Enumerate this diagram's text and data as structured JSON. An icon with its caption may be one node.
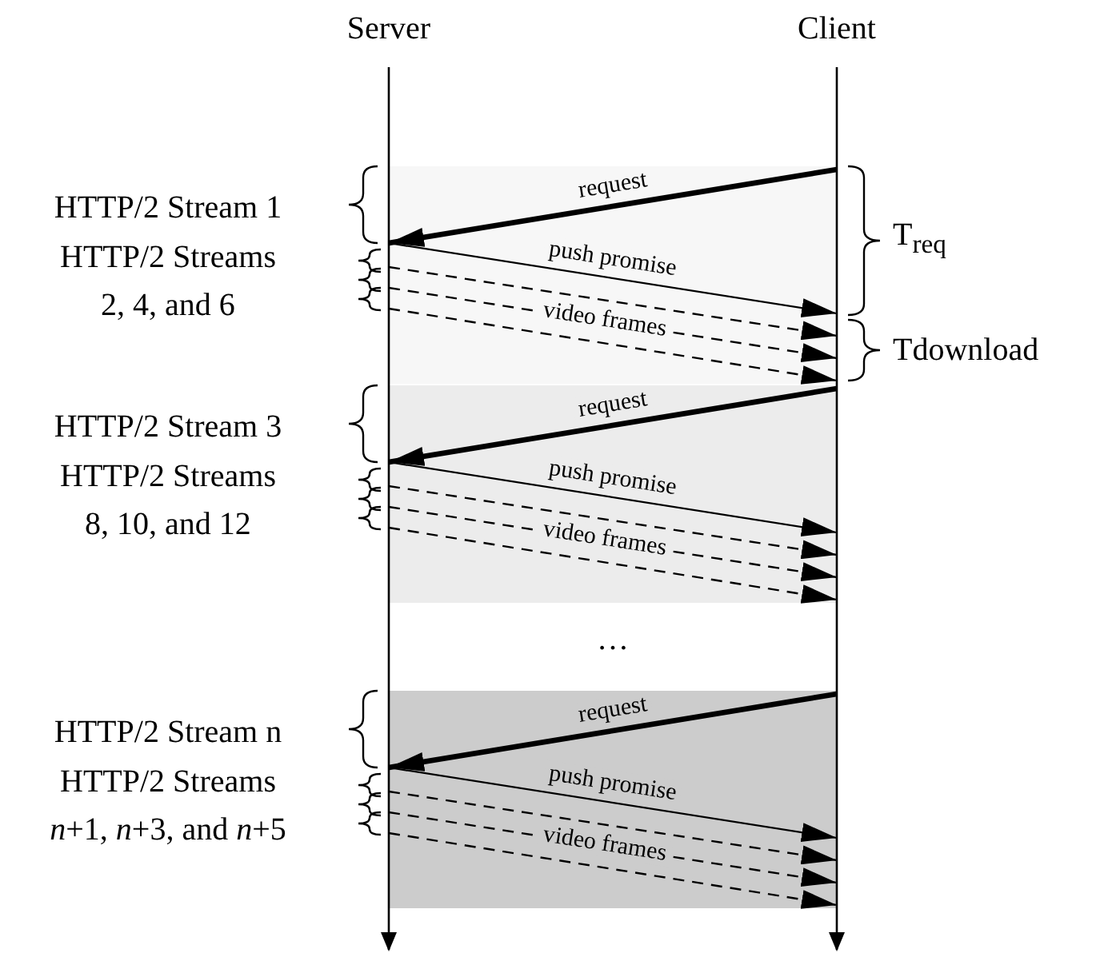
{
  "diagram": {
    "nodes": [
      {
        "text": [
          "Server"
        ]
      },
      {
        "text": [
          "Client"
        ]
      }
    ],
    "edges": [
      {
        "from": 1,
        "to": 0,
        "arrow": "to",
        "label": "request",
        "style": "thick"
      },
      {
        "from": 0,
        "to": 1,
        "arrow": "to",
        "label": "push promise"
      },
      {
        "from": 0,
        "to": 1,
        "arrow": "to",
        "style": "dashed",
        "label": "video frames"
      },
      {
        "from": 0,
        "to": 1,
        "arrow": "to",
        "style": "dashed"
      },
      {
        "from": 0,
        "to": 1,
        "arrow": "to",
        "style": "dashed"
      },
      {
        "from": 1,
        "to": 0,
        "arrow": "to",
        "label": "request",
        "style": "thick"
      },
      {
        "from": 0,
        "to": 1,
        "arrow": "to",
        "label": "push promise"
      },
      {
        "from": 0,
        "to": 1,
        "arrow": "to",
        "style": "dashed",
        "label": "video frames"
      },
      {
        "from": 0,
        "to": 1,
        "arrow": "to",
        "style": "dashed"
      },
      {
        "from": 0,
        "to": 1,
        "arrow": "to",
        "style": "dashed"
      },
      {
        "from": 1,
        "to": 0,
        "arrow": "to",
        "label": "request",
        "style": "thick"
      },
      {
        "from": 0,
        "to": 1,
        "arrow": "to",
        "label": "push promise"
      },
      {
        "from": 0,
        "to": 1,
        "arrow": "to",
        "style": "dashed",
        "label": "video frames"
      },
      {
        "from": 0,
        "to": 1,
        "arrow": "to",
        "style": "dashed"
      },
      {
        "from": 0,
        "to": 1,
        "arrow": "to",
        "style": "dashed"
      }
    ],
    "labels": [
      "HTTP/2 Stream 1",
      "HTTP/2 Streams 2, 4, and 6",
      "T$_{req}$",
      "Tdownload",
      "HTTP/2 Stream 3",
      "HTTP/2 Streams 8, 10, and 12",
      "…",
      "HTTP/2 Stream n",
      "HTTP/2 Streams *n*+1, *n*+3, and *n*+5"
    ]
  }
}
